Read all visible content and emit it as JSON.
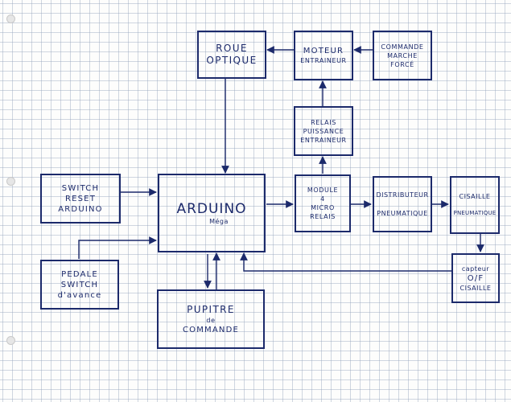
{
  "blocks": {
    "roue_optique": [
      "ROUE",
      "OPTIQUE"
    ],
    "moteur": [
      "MOTEUR",
      "ENTRAINEUR"
    ],
    "commande_marche": [
      "COMMANDE",
      "MARCHE",
      "FORCÉ"
    ],
    "relais_puissance": [
      "RELAIS",
      "PUISSANCE",
      "ENTRAINEUR"
    ],
    "switch_reset": [
      "SWITCH",
      "RESET",
      "ARDUINO"
    ],
    "arduino": [
      "ARDUINO",
      "Méga"
    ],
    "module_relais": [
      "MODULE",
      "4",
      "MICRO",
      "RELAIS"
    ],
    "distributeur": [
      "DISTRIBUTEUR",
      "PNEUMATIQUE"
    ],
    "cisaille": [
      "CISAILLE",
      "PNEUMATIQUE"
    ],
    "pedale": [
      "PEDALE",
      "SWITCH",
      "d'avance"
    ],
    "pupitre": [
      "PUPITRE",
      "de",
      "COMMANDE"
    ],
    "capteur": [
      "capteur",
      "O/F",
      "CISAILLE"
    ]
  },
  "ink_color": "#1c2a6b"
}
